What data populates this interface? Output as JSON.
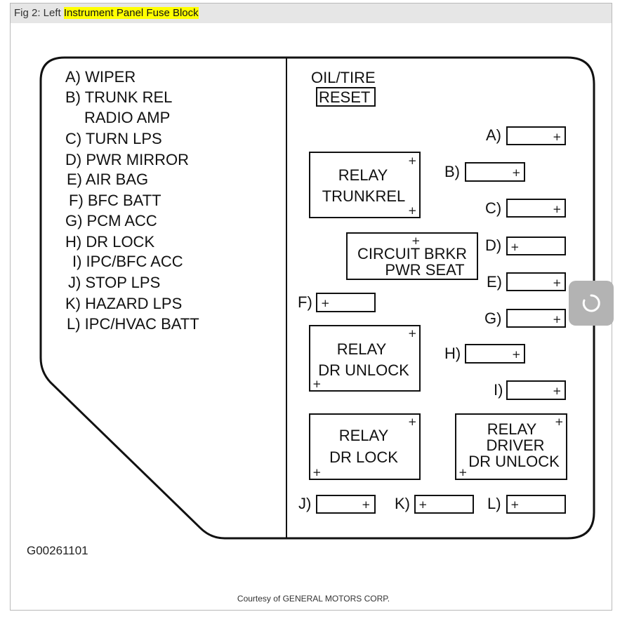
{
  "caption": {
    "prefix": "Fig 2: Left ",
    "highlighted": "Instrument Panel Fuse Block"
  },
  "legend": [
    "A) WIPER",
    "B) TRUNK REL",
    "RADIO AMP",
    "C) TURN LPS",
    "D) PWR MIRROR",
    "E) AIR BAG",
    "F) BFC BATT",
    "G) PCM ACC",
    "H) DR LOCK",
    "I) IPC/BFC ACC",
    "J) STOP LPS",
    "K) HAZARD LPS",
    "L) IPC/HVAC BATT"
  ],
  "reset": {
    "line1": "OIL/TIRE",
    "line2": "RESET"
  },
  "fuse_labels": {
    "A": "A)",
    "B": "B)",
    "C": "C)",
    "D": "D)",
    "E": "E)",
    "F": "F)",
    "G": "G)",
    "H": "H)",
    "I": "I)",
    "J": "J)",
    "K": "K)",
    "L": "L)"
  },
  "plus_sign": "+",
  "relays": {
    "trunk": {
      "line1": "RELAY",
      "line2": "TRUNKREL"
    },
    "breaker": {
      "line1": "CIRCUIT BRKR",
      "line2": "PWR SEAT"
    },
    "dr_unlock": {
      "line1": "RELAY",
      "line2": "DR UNLOCK"
    },
    "dr_lock": {
      "line1": "RELAY",
      "line2": "DR LOCK"
    },
    "driver_unlock": {
      "line1": "RELAY",
      "line2": "DRIVER",
      "line3": "DR UNLOCK"
    }
  },
  "figure_code": "G00261101",
  "footer": "Courtesy of GENERAL MOTORS CORP.",
  "loading_button": {
    "icon": "refresh-spinner-icon"
  }
}
